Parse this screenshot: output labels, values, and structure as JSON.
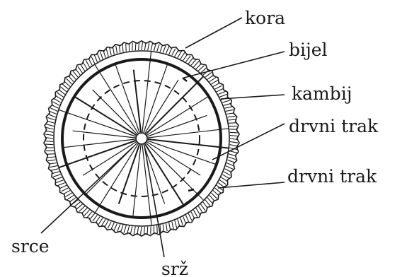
{
  "diagram": {
    "labels": {
      "kora": "kora",
      "bijel": "bijel",
      "kambij": "kambij",
      "drvni_trak_1": "drvni trak",
      "drvni_trak_2": "drvni trak",
      "srce": "srce",
      "srz": "srž"
    }
  }
}
